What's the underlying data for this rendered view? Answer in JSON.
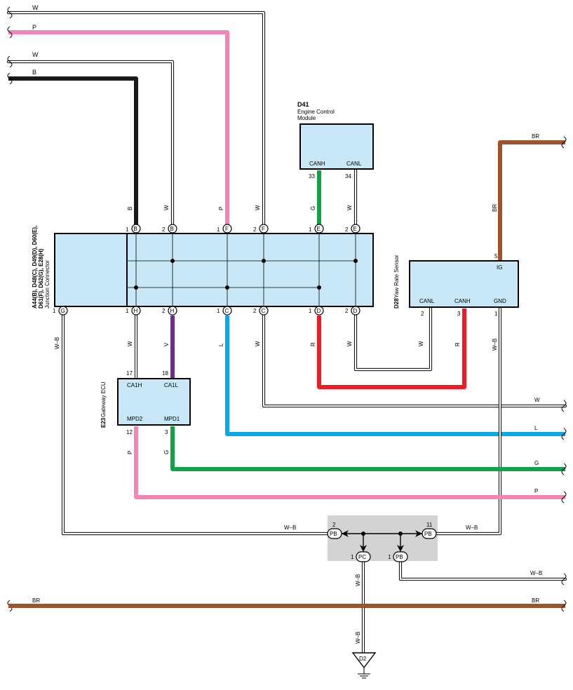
{
  "colors": {
    "pink": "#f285b8",
    "green": "#10a14a",
    "blue": "#0aa9e6",
    "red": "#ee1c25",
    "purple": "#6a2d91",
    "brown": "#a0522d",
    "black": "#1a1a1a",
    "component_fill": "#c8e8f8",
    "splice_box": "#d3d3d3"
  },
  "left_wires": {
    "w_top": "W",
    "p_top": "P",
    "w_mid": "W",
    "b_mid": "B",
    "br_bottom": "BR"
  },
  "right_wires": {
    "br_top": "BR",
    "w": "W",
    "l": "L",
    "g": "G",
    "p": "P",
    "wb": "W–B",
    "br_bottom": "BR"
  },
  "junction": {
    "codes": "A44(B), D48(C), D49(D), D60(E),",
    "codes2": "D61(F), D62(G), E28(H)",
    "name": "Junction Connector",
    "top_pins": [
      {
        "num": "1",
        "letter": "B",
        "wire": "B"
      },
      {
        "num": "2",
        "letter": "B",
        "wire": "W"
      },
      {
        "num": "1",
        "letter": "F",
        "wire": "P"
      },
      {
        "num": "2",
        "letter": "F",
        "wire": "W"
      },
      {
        "num": "1",
        "letter": "E",
        "wire": "G"
      },
      {
        "num": "2",
        "letter": "E",
        "wire": "W"
      }
    ],
    "bottom_pins": [
      {
        "num": "1",
        "letter": "G",
        "wire": "W–B"
      },
      {
        "num": "1",
        "letter": "H",
        "wire": "W"
      },
      {
        "num": "2",
        "letter": "H",
        "wire": "V"
      },
      {
        "num": "1",
        "letter": "C",
        "wire": "L"
      },
      {
        "num": "2",
        "letter": "C",
        "wire": "W"
      },
      {
        "num": "1",
        "letter": "D",
        "wire": "R"
      },
      {
        "num": "2",
        "letter": "D",
        "wire": "W"
      }
    ]
  },
  "ecm": {
    "code": "D41",
    "name1": "Engine Control",
    "name2": "Module",
    "canh": "CANH",
    "canl": "CANL",
    "pin_canh": "33",
    "pin_canl": "34",
    "wire_canh": "G",
    "wire_canl": "W"
  },
  "yaw": {
    "code": "D28",
    "name": "Yaw Rate Sensor",
    "ig": "IG",
    "canl": "CANL",
    "canh": "CANH",
    "gnd": "GND",
    "pin_ig": "5",
    "pin_canl": "2",
    "pin_canh": "3",
    "pin_gnd": "1",
    "wire_ig": "BR",
    "wire_canl": "W",
    "wire_canh": "R",
    "wire_gnd": "W–B"
  },
  "gateway": {
    "code": "E23",
    "name": "Gateway ECU",
    "ca1h": "CA1H",
    "ca1l": "CA1L",
    "mpd2": "MPD2",
    "mpd1": "MPD1",
    "pin_ca1h": "17",
    "pin_ca1l": "18",
    "pin_mpd2": "12",
    "pin_mpd1": "3",
    "wire_mpd2": "P",
    "wire_mpd1": "G"
  },
  "splice": {
    "pb_left_num": "2",
    "pb_left": "PB",
    "pb_right_num": "11",
    "pb_right": "PB",
    "pc_num": "1",
    "pc": "PC",
    "pb_bottom_num": "1",
    "pb_bottom": "PB",
    "wire_left": "W–B",
    "wire_right": "W–B",
    "wire_pc_1": "W–B",
    "wire_pc_2": "W–B",
    "wire_pb_out": "W–B"
  },
  "ground": {
    "label": "D2"
  }
}
